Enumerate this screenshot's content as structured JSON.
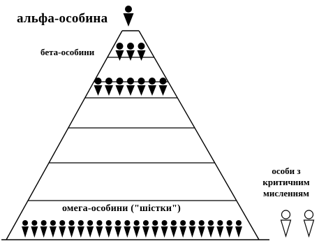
{
  "labels": {
    "alpha": "альфа-особина",
    "beta": "бета-особини",
    "omega": "омега-особини (\"шістки\")",
    "critical": "особи з критичним мисленням"
  },
  "icons": {
    "individual": "person-icon-filled",
    "critical_individual": "person-icon-outline"
  },
  "groups": {
    "alpha_count": 1,
    "beta_count": 3,
    "tier3_count": 7,
    "omega_count": 24,
    "critical_count": 2
  },
  "pyramid": {
    "tiers": 7
  },
  "colors": {
    "ink": "#000000",
    "background": "#ffffff"
  }
}
